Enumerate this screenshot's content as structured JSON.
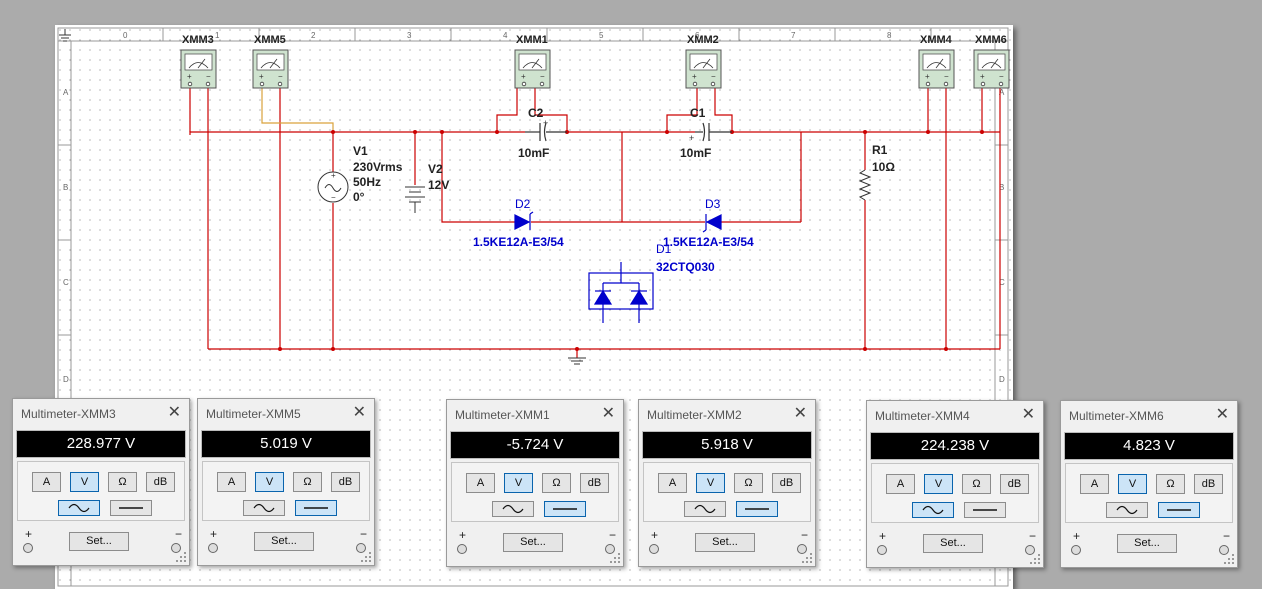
{
  "schematic": {
    "col_labels": [
      "0",
      "1",
      "2",
      "3",
      "4",
      "5",
      "6",
      "7",
      "8"
    ],
    "row_labels": [
      "A",
      "B",
      "C",
      "D"
    ],
    "instrument_labels": [
      "XMM3",
      "XMM5",
      "XMM1",
      "XMM2",
      "XMM4",
      "XMM6"
    ],
    "components": {
      "v1": {
        "ref": "V1",
        "value": "230Vrms",
        "freq": "50Hz",
        "phase": "0°"
      },
      "v2": {
        "ref": "V2",
        "value": "12V"
      },
      "c2": {
        "ref": "C2",
        "value": "10mF"
      },
      "c1": {
        "ref": "C1",
        "value": "10mF"
      },
      "d2": {
        "ref": "D2",
        "model": "1.5KE12A-E3/54"
      },
      "d3": {
        "ref": "D3",
        "model": "1.5KE12A-E3/54"
      },
      "d1": {
        "ref": "D1",
        "model": "32CTQ030"
      },
      "r1": {
        "ref": "R1",
        "value": "10Ω"
      }
    },
    "wire_color": "#cc0000",
    "probe_wire_color": "#d9a23c",
    "component_color": "#0000cc"
  },
  "multimeters": [
    {
      "title": "Multimeter-XMM3",
      "reading": "228.977 V",
      "mode": "V",
      "coupling": "ac"
    },
    {
      "title": "Multimeter-XMM5",
      "reading": "5.019 V",
      "mode": "V",
      "coupling": "dc"
    },
    {
      "title": "Multimeter-XMM1",
      "reading": "-5.724 V",
      "mode": "V",
      "coupling": "dc"
    },
    {
      "title": "Multimeter-XMM2",
      "reading": "5.918 V",
      "mode": "V",
      "coupling": "dc"
    },
    {
      "title": "Multimeter-XMM4",
      "reading": "224.238 V",
      "mode": "V",
      "coupling": "ac"
    },
    {
      "title": "Multimeter-XMM6",
      "reading": "4.823 V",
      "mode": "V",
      "coupling": "dc"
    }
  ],
  "multimeter_ui": {
    "modes": [
      "A",
      "V",
      "Ω",
      "dB"
    ],
    "set_label": "Set...",
    "plus": "+",
    "minus": "−",
    "close": "✕",
    "active_color": "#cce4f7"
  }
}
